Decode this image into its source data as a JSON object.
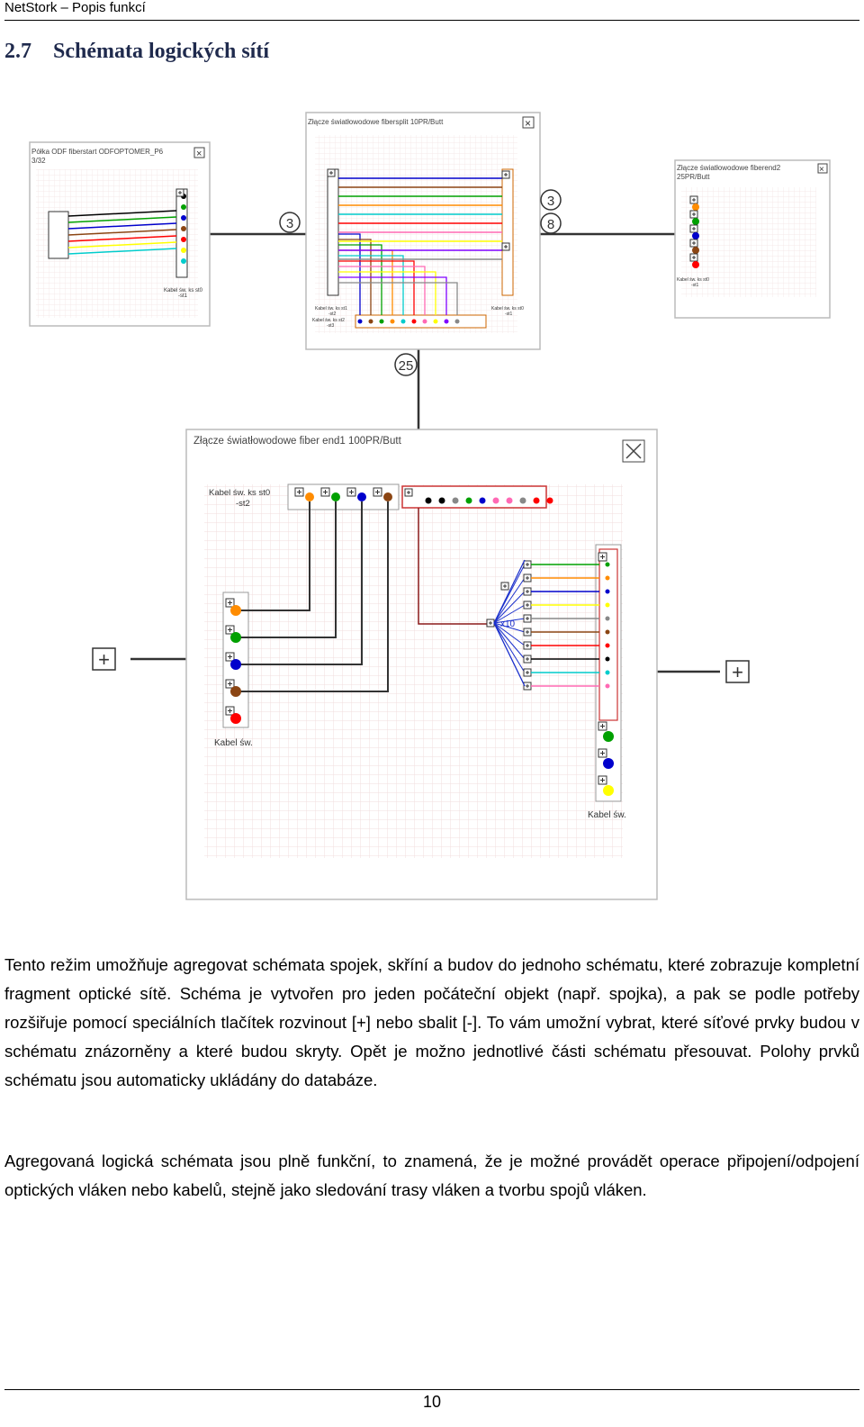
{
  "header": {
    "title": "NetStork – Popis funkcí"
  },
  "section": {
    "number": "2.7",
    "title": "Schémata logických sítí"
  },
  "diagram": {
    "windows": {
      "left": {
        "title_line1": "Półka ODF fiberstart ODFOPTOMER_P6",
        "title_line2": "3/32",
        "cable_label_line1": "Kabel św. ks st0",
        "cable_label_line2": "-st1"
      },
      "top": {
        "title": "Złącze światłowodowe fibersplit 10PR/Butt",
        "cable_label_a_line1": "Kabel św. ks st1",
        "cable_label_a_line2": "-st2",
        "cable_label_b_line1": "Kabel św. ks st2",
        "cable_label_b_line2": "-st3",
        "cable_label_c_line1": "Kabel św. ks st0",
        "cable_label_c_line2": "-st1"
      },
      "right": {
        "title_line1": "Złącze światłowodowe fiberend2",
        "title_line2": "25PR/Butt",
        "cable_label_line1": "Kabel św. ks st0",
        "cable_label_line2": "-st1"
      },
      "main": {
        "title": "Złącze światłowodowe fiber end1 100PR/Butt",
        "cable_label_top_line1": "Kabel św. ks st0",
        "cable_label_top_line2": "-st2",
        "cable_label_left": "Kabel św.",
        "cable_label_right": "Kabel św.",
        "splitter_label": "x10"
      }
    },
    "badges": {
      "left_link": "3",
      "right_link_a": "3",
      "right_link_b": "8",
      "down_link": "25"
    },
    "buttons": {
      "expand": "+",
      "close": "×"
    },
    "colors": {
      "fibers": [
        "#ff8c00",
        "#00a000",
        "#0000cc",
        "#8b4513",
        "#888888",
        "#ffffff",
        "#ff0000",
        "#000000",
        "#ffff00",
        "#8000ff",
        "#ff69b4",
        "#00cccc"
      ],
      "link_line": "#333333",
      "splitter": "#1a2fcc",
      "tray": "#cc3333",
      "grid": "#f0dede"
    }
  },
  "body": {
    "paragraph1": "Tento režim umožňuje agregovat schémata spojek, skříní a budov do jednoho schématu, které zobrazuje kompletní fragment optické sítě. Schéma je vytvořen pro jeden počáteční objekt (např. spojka), a pak se podle potřeby rozšiřuje pomocí speciálních tlačítek rozvinout [+] nebo sbalit [-]. To vám umožní vybrat, které síťové prvky budou v schématu znázorněny a které budou skryty. Opět je možno jednotlivé části schématu přesouvat. Polohy prvků schématu jsou automaticky ukládány do databáze.",
    "paragraph2": "Agregovaná logická schémata jsou plně funkční, to znamená, že je možné provádět operace připojení/odpojení optických vláken nebo kabelů, stejně jako sledování trasy vláken a tvorbu spojů vláken."
  },
  "footer": {
    "page": "10"
  }
}
